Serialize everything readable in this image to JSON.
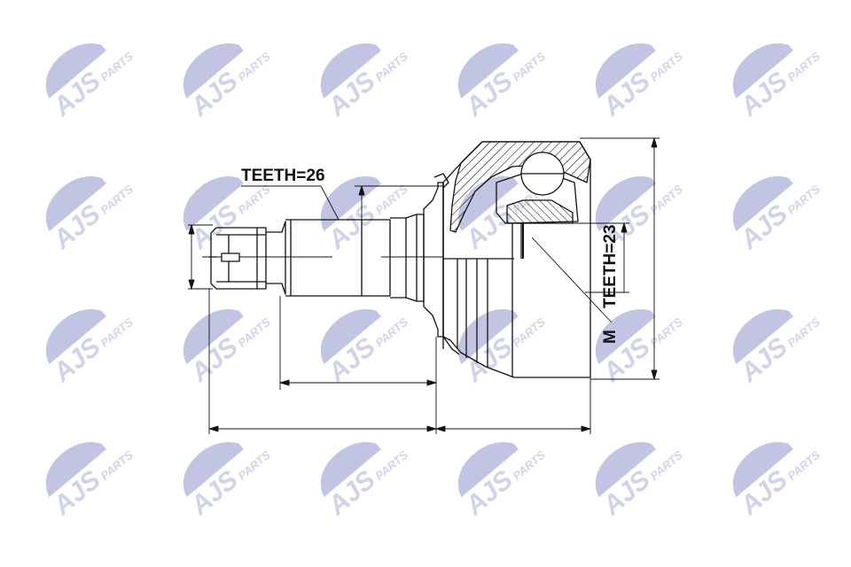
{
  "watermark": {
    "brand": "AJS",
    "suffix": "PARTS",
    "color": "#c9cde6",
    "accent": "#b7bcdf"
  },
  "labels": {
    "teeth_outer": "TEETH=26",
    "teeth_inner": "TEETH=23",
    "m": "M"
  },
  "colors": {
    "ink": "#111111",
    "background": "#ffffff"
  }
}
